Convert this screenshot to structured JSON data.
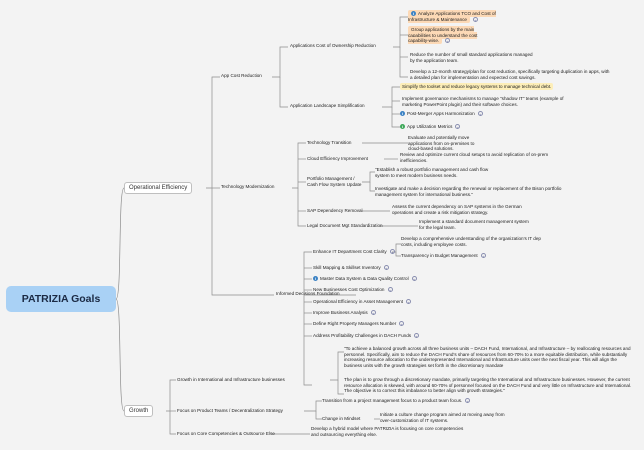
{
  "root": "PATRIZIA Goals",
  "branches": {
    "operational_efficiency": "Operational Efficiency",
    "growth": "Growth"
  },
  "oe": {
    "app_cost_reduction": "App Cost Reduction",
    "applications_tco_reduction": "Applications Cost of Ownership Reduction",
    "app_landscape_simplification": "Application Landscape Simplification",
    "tech_modernization": "Technology Modernization",
    "informed_decisions": "Informed Decisions Foundation",
    "tco_items": [
      "Analyze Applications TCO and Cost of Infrastructure & Maintenance",
      "Group applications by the main capabilities to understand the cost capability-wise.",
      "Reduce the number of small standard applications managed by the application team.",
      "Develop a 12-month strategy/plan for cost reduction, specifically targeting duplication in apps, with a detailed plan for implementation and expected cost savings."
    ],
    "simplification_items": [
      "Simplify the toolset and reduce legacy systems to manage technical debt.",
      "Implement governance mechanisms to manage \"shadow IT\" teams (example of marketing PowerPoint plugin) and their software choices.",
      "Post-Merger Apps Harmonization",
      "App Utilization Metrics"
    ],
    "tech_items": [
      "Technology Transition",
      "Cloud Efficiency Improvement",
      "Portfolio Management / Cash Flow System Update",
      "SAP Dependency Removal",
      "Legal Document Mgt Standardization"
    ],
    "tech_details": {
      "transition": "Evaluate and potentially move applications from on-premises to cloud-based solutions.",
      "cloud": "Review and optimize current cloud setups to avoid replication of on-prem inefficiencies.",
      "portfolio_1": "\"Establish a robust portfolio management and cash flow system to meet modern business needs.",
      "portfolio_2": "Investigate and make a decision regarding the renewal or replacement of the Bison portfolio management system for international business.\"",
      "sap": "Assess the current dependency on SAP systems in the German operations and create a risk mitigation strategy.",
      "legal": "Implement a standard document management system for the legal team."
    },
    "informed_items": [
      "Enhance IT Department Cost Clarity",
      "Skill Mapping & Skillset Inventory",
      "Master Data System & Data Quality Control",
      "New Businesses Cost Optimization",
      "Operational Efficiency in Asset Management",
      "Improve Business Analysis",
      "Define Right Property Managers Number",
      "Address Profitability Challenges in DACH Funds"
    ],
    "it_cost_details": [
      "Develop a comprehensive understanding of the organization's IT dep costs, including employee costs.",
      "Transparency in Budget Management"
    ]
  },
  "growth": {
    "items": [
      "Growth in International and Infrastructure businesses",
      "Focus on Product Teams / Decentralization Strategy",
      "Focus on Core Competencies & Outsource Else"
    ],
    "intl_1": "\"To achieve a balanced growth across all three business units – DACH Fund, International, and Infrastructure – by reallocating resources and personnel. Specifically, aim to reduce the DACH Fund's share of resources from 60-70% to a more equitable distribution, while substantially increasing resource allocation to the underrepresented International and Infrastructure units over the next fiscal year. This will align the business units with the growth strategies set forth in the discretionary mandate",
    "intl_2": "The plan is to grow through a discretionary mandate, primarily targeting the International and Infrastructure businesses. However, the current resource allocation is skewed, with around 60-70% of personnel focused on the DACH Fund and very little on Infrastructure and International. The objective is to correct this imbalance to better align with growth strategies.\"",
    "product_1": "Transition from a project management focus to a product team focus.",
    "product_2": "Change in Mindset",
    "product_2_detail": "Initiate a culture change program aimed at moving away from over-customization of IT systems.",
    "core": "Develop a hybrid model where PATRIZIA is focusing on core competencies and outsourcing everything else."
  }
}
